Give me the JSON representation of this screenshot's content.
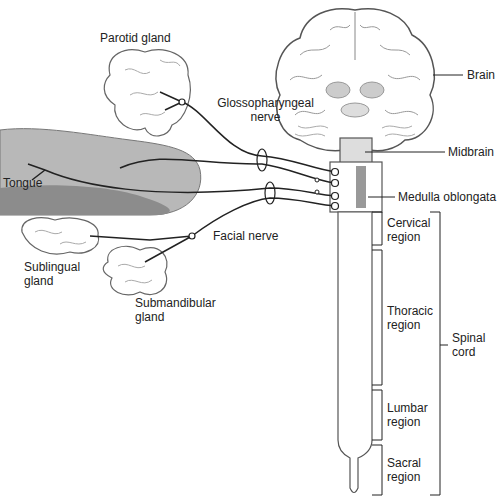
{
  "diagram": {
    "labels": [
      "Parotid gland",
      "Glossopharyngeal nerve",
      "Brain",
      "Midbrain",
      "Tongue",
      "Medulla oblongata",
      "Facial nerve",
      "Cervical region",
      "Sublingual gland",
      "Submandibular gland",
      "Thoracic region",
      "Spinal cord",
      "Lumbar region",
      "Sacral region"
    ]
  }
}
